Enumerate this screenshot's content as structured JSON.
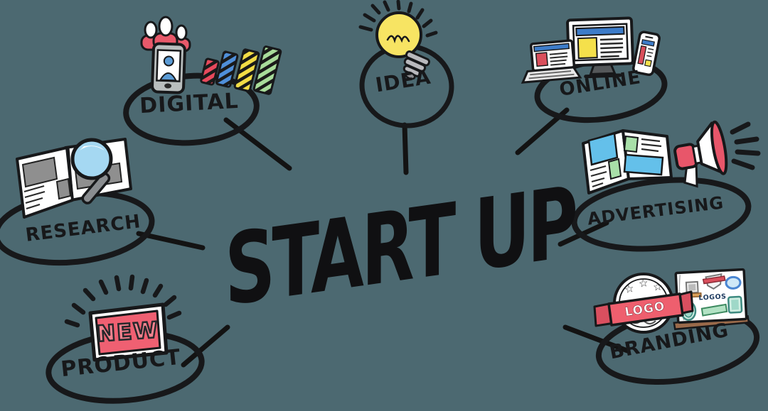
{
  "background_color": "#4c6971",
  "center": {
    "title": "START UP"
  },
  "nodes": {
    "digital": {
      "label": "DIGITAL",
      "icons": [
        "people-group-icon",
        "smartphone-icon",
        "bar-chart-icon"
      ]
    },
    "idea": {
      "label": "IDEA",
      "icons": [
        "lightbulb-icon"
      ]
    },
    "online": {
      "label": "ONLINE",
      "icons": [
        "laptop-icon",
        "monitor-icon",
        "smartphone-icon"
      ]
    },
    "research": {
      "label": "RESEARCH",
      "icons": [
        "open-book-icon",
        "magnifier-icon"
      ]
    },
    "advertising": {
      "label": "ADVERTISING",
      "icons": [
        "open-book-icon",
        "megaphone-icon"
      ]
    },
    "product": {
      "label": "PRODUCT",
      "badge": "NEW",
      "icons": [
        "new-sign-icon",
        "rays-icon"
      ]
    },
    "branding": {
      "label": "BRANDING",
      "badge": "LOGO",
      "card_title": "LOGOS",
      "icons": [
        "logo-badge-icon",
        "ribbon-icon",
        "logos-card-icon"
      ]
    }
  },
  "colors": {
    "background": "#4c6971",
    "ink": "#17181a",
    "red": "#e8566a",
    "pink_red": "#ef6072",
    "blue": "#3d7cc9",
    "sky_blue": "#64c0ea",
    "yellow": "#f5e04b",
    "bulb_yellow": "#f7e463",
    "green": "#a8dfa8",
    "mint": "#cfeee2",
    "gray": "#8f8f8f",
    "brown": "#9a6a4a"
  }
}
